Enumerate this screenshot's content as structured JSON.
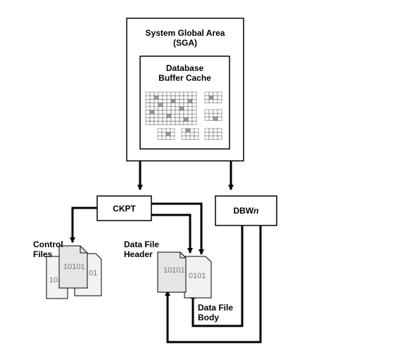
{
  "sga": {
    "title_line1": "System Global Area",
    "title_line2": "(SGA)"
  },
  "buffer_cache": {
    "line1": "Database",
    "line2": "Buffer Cache"
  },
  "processes": {
    "ckpt": "CKPT",
    "dbwn_prefix": "DBW",
    "dbwn_suffix": "n"
  },
  "control_files": {
    "line1": "Control",
    "line2": "Files",
    "front_text": "10101",
    "back_text_left": "10",
    "back_text_right": "01"
  },
  "data_file_header": {
    "line1": "Data File",
    "line2": "Header",
    "front_text": "10101",
    "back_text": "0101"
  },
  "data_file_body": {
    "line1": "Data File",
    "line2": "Body"
  },
  "colors": {
    "line": "#000000",
    "page_front": "#e6e6e6",
    "page_back": "#f2f2f2",
    "grid_fill": "#9a9a9a",
    "file_text": "#777777"
  }
}
